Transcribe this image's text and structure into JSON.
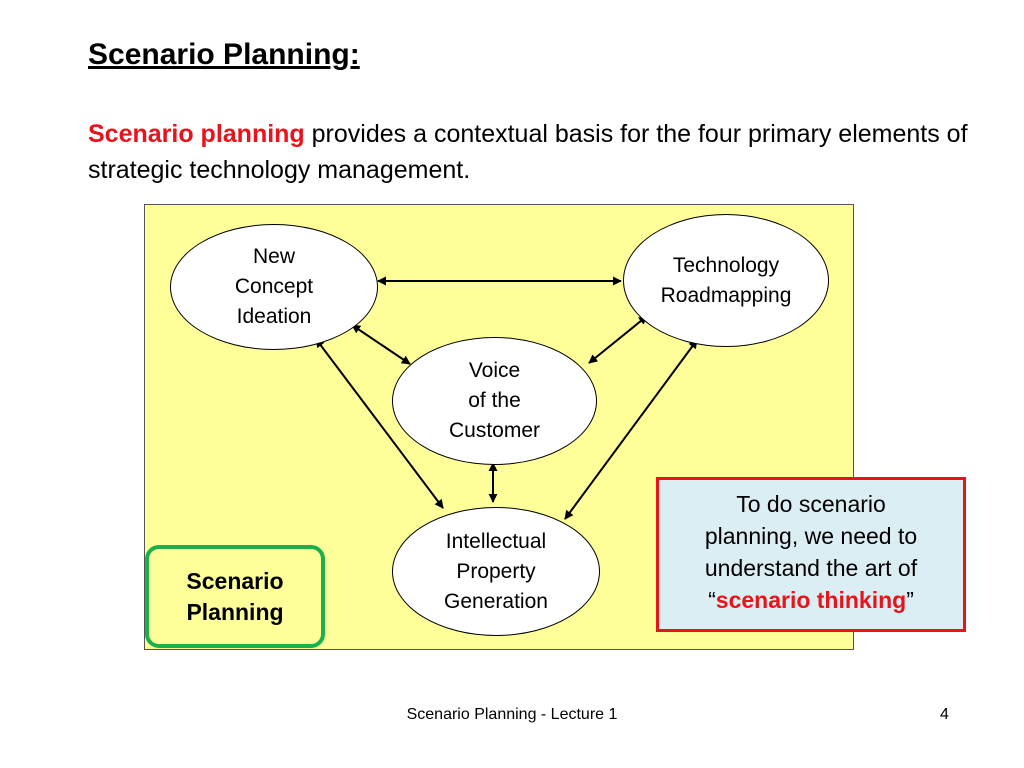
{
  "slide": {
    "title": "Scenario Planning:",
    "intro_highlight": "Scenario planning",
    "intro_rest": " provides a contextual basis for the four primary elements of strategic technology management."
  },
  "diagram": {
    "nodes": {
      "ideation": "New\nConcept\nIdeation",
      "roadmapping": "Technology\nRoadmapping",
      "voice": "Voice\nof the\nCustomer",
      "ip": "Intellectual\nProperty\nGeneration"
    },
    "scenario_box": "Scenario\nPlanning"
  },
  "callout": {
    "line1": "To do scenario",
    "line2": "planning, we need to",
    "line3": "understand the art of",
    "open_quote": "“",
    "highlight": "scenario thinking",
    "close_quote": "”"
  },
  "footer": {
    "text": "Scenario Planning - Lecture 1",
    "page_number": "4"
  },
  "colors": {
    "accent_red": "#e8141b",
    "panel_yellow": "#ffff99",
    "box_green": "#1ab04c",
    "callout_blue": "#dbeef4"
  }
}
